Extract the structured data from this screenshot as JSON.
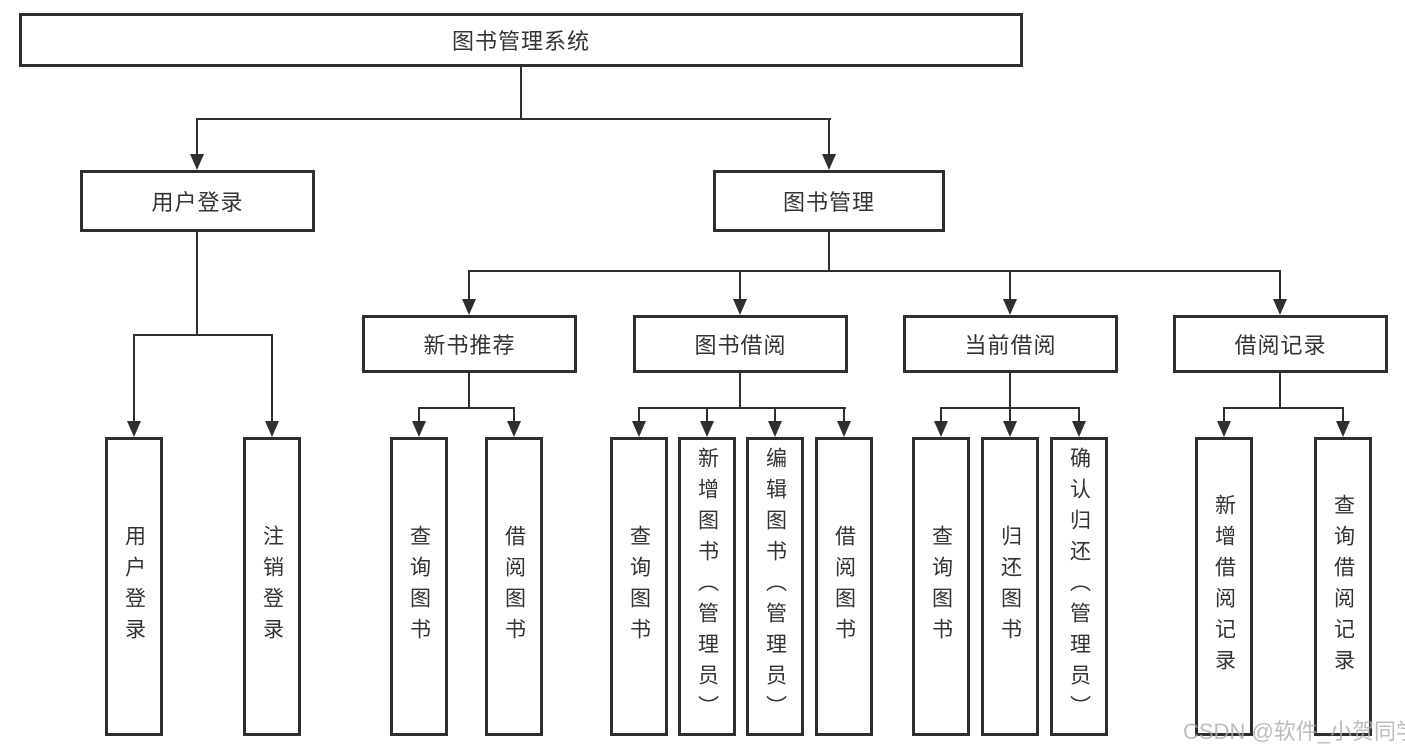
{
  "diagram": {
    "root": {
      "label": "图书管理系统"
    },
    "level2": [
      {
        "label": "用户登录"
      },
      {
        "label": "图书管理"
      }
    ],
    "level3": [
      {
        "label": "新书推荐"
      },
      {
        "label": "图书借阅"
      },
      {
        "label": "当前借阅"
      },
      {
        "label": "借阅记录"
      }
    ],
    "leaves": {
      "user_login": [
        "用户登录",
        "注销登录"
      ],
      "new_books": [
        "查询图书",
        "借阅图书"
      ],
      "book_borrow": [
        "查询图书",
        "新增图书（管理员）",
        "编辑图书（管理员）",
        "借阅图书"
      ],
      "current_borrow": [
        "查询图书",
        "归还图书",
        "确认归还（管理员）"
      ],
      "borrow_records": [
        "新增借阅记录",
        "查询借阅记录"
      ]
    },
    "watermark": "CSDN @软件_小贺同学",
    "colors": {
      "line": "#2f2f2f",
      "text": "#333333",
      "background": "#ffffff",
      "watermark": "#b3abab"
    }
  }
}
